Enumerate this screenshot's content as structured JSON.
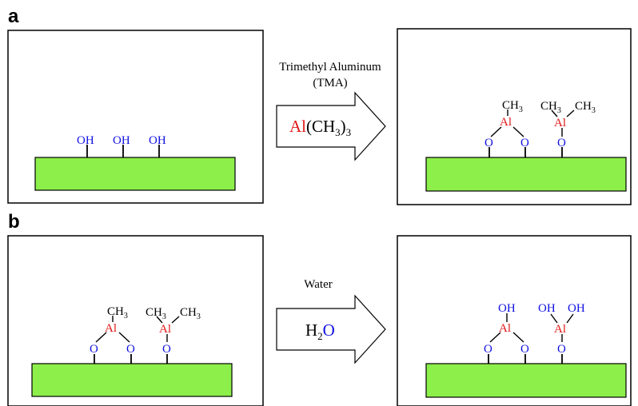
{
  "colors": {
    "substrate": "#8CEF4A",
    "oxygen_hydroxyl": "#1010E0",
    "aluminum": "#E01818",
    "ink": "#000000"
  },
  "panel_a": {
    "label": "a",
    "arrow_caption_line1": "Trimethyl Aluminum",
    "arrow_caption_line2": "(TMA)",
    "reagent_al": "Al",
    "reagent_rest": "(CH",
    "reagent_sub": "3",
    "reagent_close": ")",
    "reagent_sub2": "3",
    "left_groups": [
      "OH",
      "OH",
      "OH"
    ],
    "right_o": "O",
    "right_al": "Al",
    "right_ch": "CH",
    "right_sub": "3"
  },
  "panel_b": {
    "label": "b",
    "arrow_caption": "Water",
    "reagent_h": "H",
    "reagent_sub": "2",
    "reagent_o": "O",
    "left_o": "O",
    "left_al": "Al",
    "left_ch": "CH",
    "left_sub": "3",
    "right_o": "O",
    "right_al": "Al",
    "right_oh": "OH"
  }
}
